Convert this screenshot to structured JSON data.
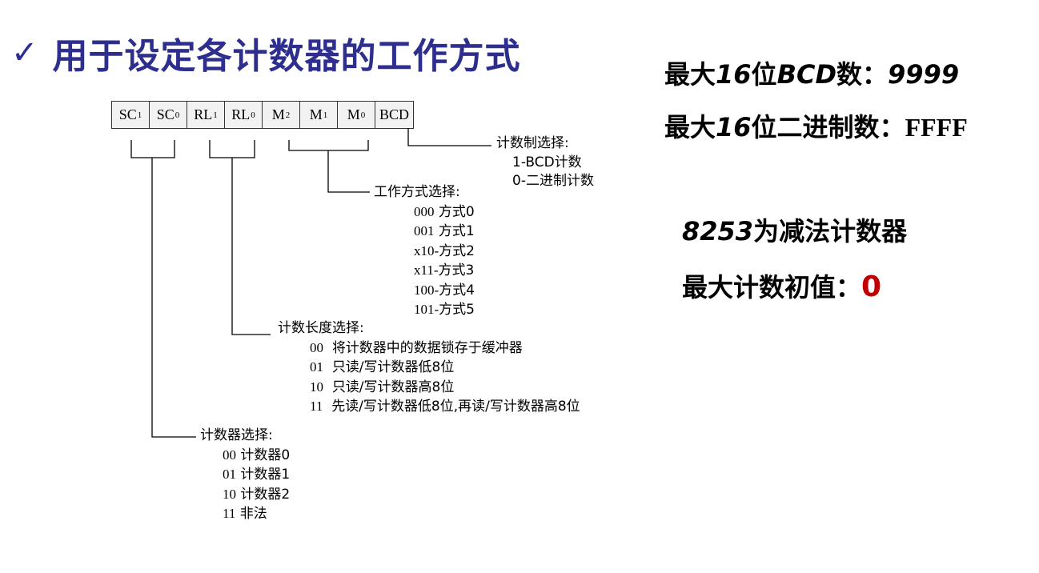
{
  "header": {
    "check_icon": "✓",
    "title": "用于设定各计数器的工作方式"
  },
  "register": {
    "cells": [
      {
        "main": "SC",
        "sub": "1"
      },
      {
        "main": "SC",
        "sub": "0"
      },
      {
        "main": "RL",
        "sub": "1"
      },
      {
        "main": "RL",
        "sub": "0"
      },
      {
        "main": "M",
        "sub": "2"
      },
      {
        "main": "M",
        "sub": "1"
      },
      {
        "main": "M",
        "sub": "0"
      },
      {
        "main": "BCD",
        "sub": ""
      }
    ]
  },
  "bcd_select": {
    "heading": "计数制选择:",
    "items": [
      "1-BCD计数",
      "0-二进制计数"
    ]
  },
  "mode_select": {
    "heading": "工作方式选择:",
    "items": [
      {
        "code": "000",
        "text": "方式0"
      },
      {
        "code": "001",
        "text": "方式1"
      },
      {
        "code": "x10-",
        "text": "方式2"
      },
      {
        "code": "x11-",
        "text": "方式3"
      },
      {
        "code": "100-",
        "text": "方式4"
      },
      {
        "code": "101-",
        "text": "方式5"
      }
    ]
  },
  "length_select": {
    "heading": "计数长度选择:",
    "items": [
      {
        "code": "00",
        "text": "将计数器中的数据锁存于缓冲器"
      },
      {
        "code": "01",
        "text": "只读/写计数器低8位"
      },
      {
        "code": "10",
        "text": "只读/写计数器高8位"
      },
      {
        "code": "11",
        "text": "先读/写计数器低8位,再读/写计数器高8位"
      }
    ]
  },
  "counter_select": {
    "heading": "计数器选择:",
    "items": [
      {
        "code": "00",
        "text": "计数器0"
      },
      {
        "code": "01",
        "text": "计数器1"
      },
      {
        "code": "10",
        "text": "计数器2"
      },
      {
        "code": "11",
        "text": "非法"
      }
    ]
  },
  "notes": {
    "bcd_max_label_a": "最大",
    "bcd_max_num": "16",
    "bcd_max_label_b": "位",
    "bcd_max_bcd": "BCD",
    "bcd_max_label_c": "数：",
    "bcd_max_value": "9999",
    "bin_max_label_a": "最大",
    "bin_max_num": "16",
    "bin_max_label_b": "位二进制数：",
    "bin_max_value": "FFFF",
    "counter_type_num": "8253",
    "counter_type_text": "为减法计数器",
    "init_label": "最大计数初值：",
    "init_value": "0"
  },
  "colors": {
    "title": "#2e2e8f",
    "highlight": "#c00000"
  }
}
